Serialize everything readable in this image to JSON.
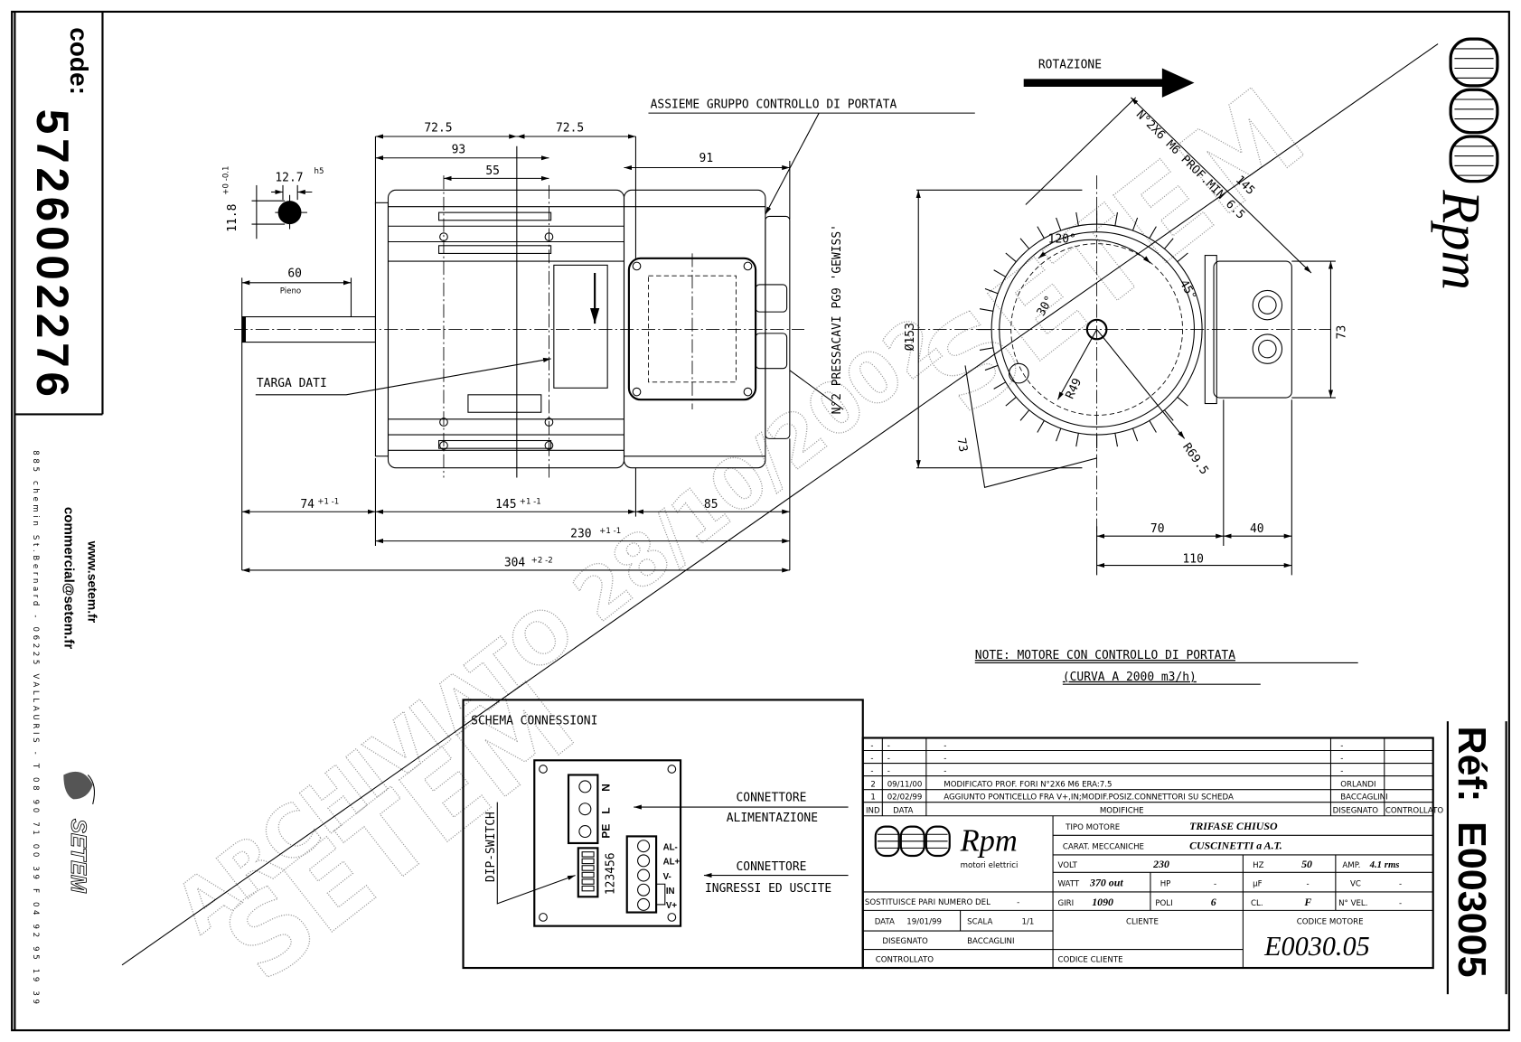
{
  "left_panel": {
    "code_label": "code:",
    "code_value": "5726002276",
    "website": "www.setem.fr",
    "email": "commercial@setem.fr",
    "address": "885 chemin St.Bernard - 06225 VALLAURIS - T 08 90 71 00 39  F 04 92 95 19 39",
    "logo_text": "SETEM"
  },
  "right_panel": {
    "logo_text": "Rpm",
    "ref_label": "Réf:",
    "ref_value": "E003005"
  },
  "front_view": {
    "assembly_label": "ASSIEME GRUPPO CONTROLLO  DI PORTATA",
    "nameplate_label": "TARGA DATI",
    "cable_glands_label": "N°2 PRESSACAVI PG9 'GEWISS'",
    "dims": {
      "d72_5_a": "72.5",
      "d72_5_b": "72.5",
      "d93": "93",
      "d55": "55",
      "d91": "91",
      "d60": "60",
      "d60_note": "Pieno",
      "key_width": "12.7",
      "key_tol": "h5",
      "key_height": "11.8",
      "key_height_tol": "+0 -0.1",
      "d74": "74",
      "d74_tol": "+1 -1",
      "d145": "145",
      "d145_tol": "+1 -1",
      "d85": "85",
      "d230": "230",
      "d230_tol": "+1 -1",
      "d304": "304",
      "d304_tol": "+2 -2"
    }
  },
  "side_view": {
    "rotation_label": "ROTAZIONE",
    "holes_label": "N°2X6 M6 PROF.MIN 6.5",
    "dims": {
      "d145": "145",
      "diam153": "Ø153",
      "d73_right": "73",
      "d73_left": "73",
      "angle120": "120°",
      "angle45": "45°",
      "angle30": "30°",
      "r49": "R49",
      "r69_5": "R69.5",
      "d70": "70",
      "d40": "40",
      "d110": "110"
    }
  },
  "note": {
    "line1": "NOTE: MOTORE CON CONTROLLO DI PORTATA",
    "line2": "(CURVA A 2000 m3/h)"
  },
  "schema": {
    "title": "SCHEMA CONNESSIONI",
    "power_terminals": [
      "N",
      "L",
      "PE"
    ],
    "io_terminals": [
      "AL-",
      "AL+",
      "V-",
      "IN",
      "V+"
    ],
    "dip_numbers": "123456",
    "dip_label": "DIP-SWITCH",
    "power_connector": [
      "CONNETTORE",
      "ALIMENTAZIONE"
    ],
    "io_connector": [
      "CONNETTORE",
      "INGRESSI ED USCITE"
    ]
  },
  "title_block": {
    "revisions": [
      {
        "ind": "-",
        "date": "-",
        "text": "-",
        "drawn": "-",
        "checked": ""
      },
      {
        "ind": "-",
        "date": "-",
        "text": "-",
        "drawn": "-",
        "checked": ""
      },
      {
        "ind": "-",
        "date": "-",
        "text": "-",
        "drawn": "-",
        "checked": ""
      },
      {
        "ind": "2",
        "date": "09/11/00",
        "text": "MODIFICATO PROF. FORI N°2X6 M6 ERA:7.5",
        "drawn": "ORLANDI",
        "checked": ""
      },
      {
        "ind": "1",
        "date": "02/02/99",
        "text": "AGGIUNTO PONTICELLO FRA V+,IN;MODIF.POSIZ.CONNETTORI SU SCHEDA",
        "drawn": "BACCAGLINI",
        "checked": ""
      }
    ],
    "rev_headers": {
      "ind": "IND",
      "date": "DATA",
      "text": "MODIFICHE",
      "drawn": "DISEGNATO",
      "checked": "CONTROLLATO"
    },
    "logo_text": "Rpm",
    "logo_subtitle": "motori elettrici",
    "tipo_label": "TIPO MOTORE",
    "tipo_value": "TRIFASE CHIUSO",
    "carat_label": "CARAT. MECCANICHE",
    "carat_value": "CUSCINETTI a A.T.",
    "volt_label": "VOLT",
    "volt_value": "230",
    "hz_label": "HZ",
    "hz_value": "50",
    "amp_label": "AMP.",
    "amp_value": "4.1 rms",
    "watt_label": "WATT",
    "watt_value": "370 out",
    "hp_label": "HP",
    "hp_value": "-",
    "uf_label": "µF",
    "uf_value": "-",
    "vc_label": "VC",
    "vc_value": "-",
    "giri_label": "GIRI",
    "giri_value": "1090",
    "poli_label": "POLI",
    "poli_value": "6",
    "cl_label": "CL.",
    "cl_value": "F",
    "nvel_label": "N° VEL.",
    "nvel_value": "-",
    "sostituisce_label": "SOSTITUISCE PARI NUMERO DEL",
    "sostituisce_value": "-",
    "data_label": "DATA",
    "data_value": "19/01/99",
    "scala_label": "SCALA",
    "scala_value": "1/1",
    "disegnato_label": "DISEGNATO",
    "disegnato_value": "BACCAGLINI",
    "controllato_label": "CONTROLLATO",
    "cliente_label": "CLIENTE",
    "codice_cliente_label": "CODICE CLIENTE",
    "codice_motore_label": "CODICE MOTORE",
    "codice_motore_value": "E0030.05"
  },
  "watermark": {
    "stamp": "ARCHIVIATO 28/10/2002",
    "logo": "SETEM"
  }
}
